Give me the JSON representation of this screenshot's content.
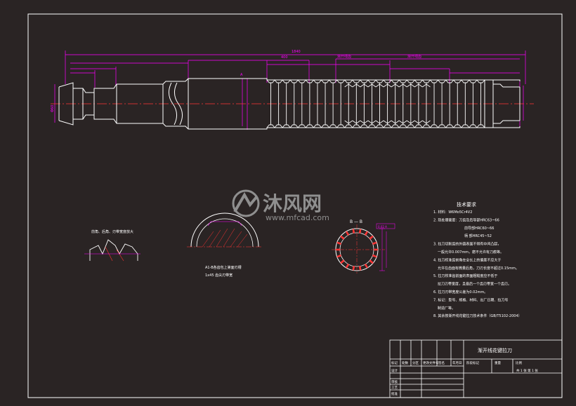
{
  "colors": {
    "background": "#2a2424",
    "frame": "#ffffff",
    "part_outline": "#ffffff",
    "dimension": "#ff00ff",
    "centerline": "#ff3333",
    "section_hatch": "#ff3333",
    "watermark": "#8f8f8f"
  },
  "watermark": {
    "logo_icon": "mfcad-logo-icon",
    "brand_cn": "沐风网",
    "url": "www.mfcad.com"
  },
  "main_view": {
    "overall_length_dim": "1840",
    "top_dims": [
      "400",
      "渐开线齿",
      "渐开线齿"
    ],
    "diameter_label": "Φ60",
    "section_marker": "A"
  },
  "detail_views": {
    "tooth_detail_caption": "前角、后角、刃带宽度放大",
    "section_a_caption": "A1-B各齿包上第面刃槽",
    "section_a_caption_2": "1x45 齿尖刃带宽",
    "section_bb_label": "B — B",
    "section_bb_note": "0.02 A"
  },
  "technical_requirements": {
    "title": "技术要求",
    "items": [
      "1. 材料：W6Mo5Cr4V2",
      "2. 热处理硬度：刀齿及后导部HRC63~66",
      "前导部HRC60~66",
      "柄 部HRC45~52",
      "3. 拉刀切削齿的外圆表面不得有中间凸起，",
      "一般允许0.007mm，磨不允许有刀痕等。",
      "4. 拉刀校准齿前角在全长上的偏差不应大于",
      "允许在齿面有微量后角，刀刃长度不超过0.15mm。",
      "5. 拉刀校准齿前面的表面粗糙度应不低于",
      "拉刀刃带宽度，且最后一个齿刃带宽一个齿刃。",
      "6. 拉刀刃带宽度公差为0.02mm。",
      "7. 标记：型号、规格、材料、出厂日期、拉刀号",
      "制造厂等。",
      "8. 其余按渐开线花键拉刀技术条件（GB/T5102-2004）"
    ]
  },
  "title_block": {
    "drawing_title": "渐开线花键拉刀",
    "row_labels": [
      "标记",
      "处数",
      "分区",
      "更改文件号",
      "签名",
      "年月日"
    ],
    "side_labels": [
      "设计",
      "审核",
      "工艺",
      "批准"
    ],
    "stage_labels": [
      "阶段标记",
      "重量",
      "比例"
    ],
    "sheet_info": "共 1 张  第 1 张"
  }
}
